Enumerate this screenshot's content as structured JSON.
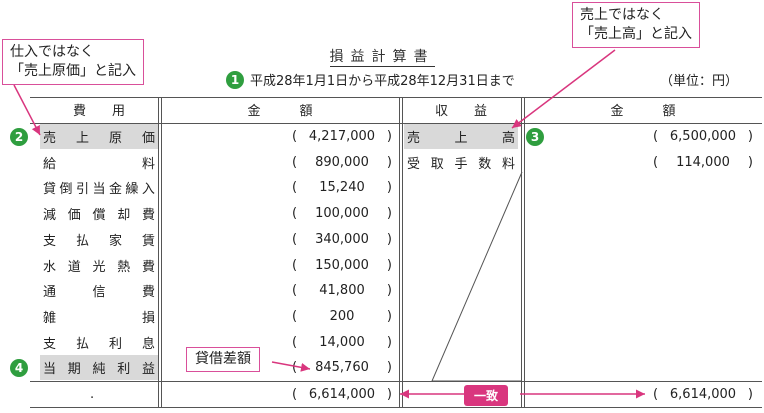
{
  "title": "損益計算書",
  "period_badge": "1",
  "period": "平成28年1月1日から平成28年12月31日まで",
  "unit": "（単位：円）",
  "callouts": {
    "left_line1": "仕入ではなく",
    "left_line2": "「売上原価」と記入",
    "right_line1": "売上ではなく",
    "right_line2": "「売上高」と記入",
    "sagaku": "貸借差額",
    "icchi": "一致"
  },
  "headers": {
    "expenses": "費　　用",
    "amount_left": "金　　　額",
    "revenues": "収　　益",
    "amount_right": "金　　　額"
  },
  "expenses": [
    {
      "label": "売上原価",
      "amount": "4,217,000",
      "badge": "2",
      "highlight": true
    },
    {
      "label": "給料",
      "amount": "890,000"
    },
    {
      "label": "貸倒引当金繰入",
      "amount": "15,240"
    },
    {
      "label": "減価償却費",
      "amount": "100,000"
    },
    {
      "label": "支払家賃",
      "amount": "340,000"
    },
    {
      "label": "水道光熱費",
      "amount": "150,000"
    },
    {
      "label": "通信費",
      "amount": "41,800"
    },
    {
      "label": "雑損",
      "amount": "200"
    },
    {
      "label": "支払利息",
      "amount": "14,000"
    },
    {
      "label": "当期純利益",
      "amount": "845,760",
      "badge": "4",
      "highlight": true
    }
  ],
  "revenues": [
    {
      "label": "売上高",
      "amount": "6,500,000",
      "badge": "3",
      "highlight": true
    },
    {
      "label": "受取手数料",
      "amount": "114,000"
    }
  ],
  "totals": {
    "left_dot": ".",
    "left_amount": "6,614,000",
    "right_amount": "6,614,000"
  },
  "colors": {
    "badge": "#2f9e3f",
    "accent": "#d9367e",
    "highlight": "#d9d9d9"
  }
}
